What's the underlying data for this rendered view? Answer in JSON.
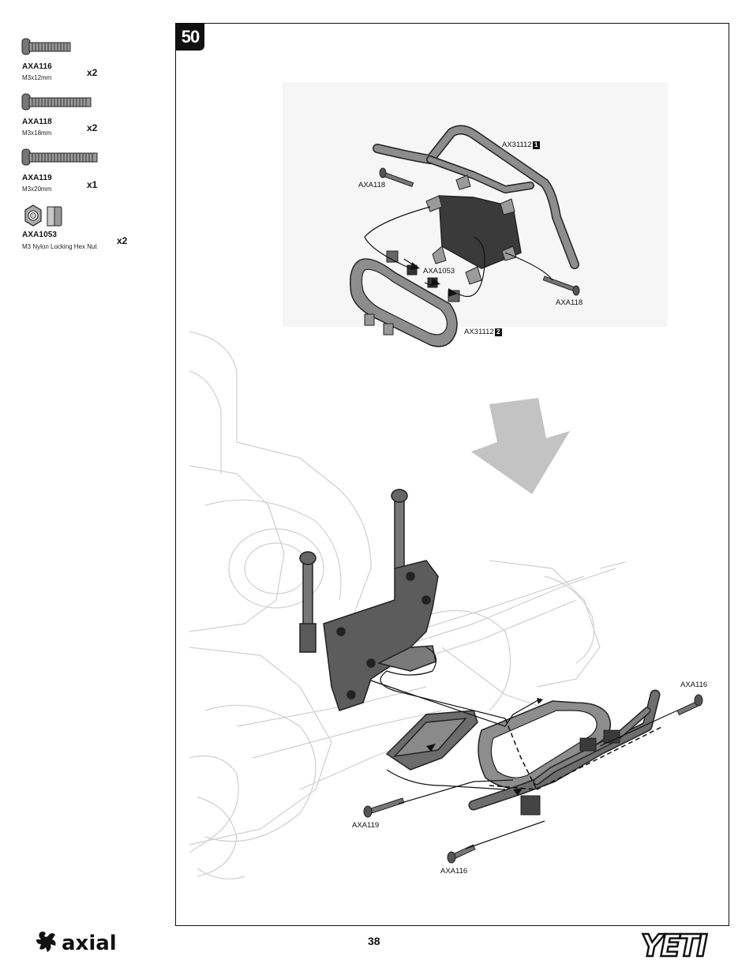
{
  "parts": [
    {
      "code": "AXA116",
      "desc": "M3x12mm",
      "qty": "x2",
      "icon": "screw-short-icon"
    },
    {
      "code": "AXA118",
      "desc": "M3x18mm",
      "qty": "x2",
      "icon": "screw-medium-icon"
    },
    {
      "code": "AXA119",
      "desc": "M3x20mm",
      "qty": "x1",
      "icon": "screw-long-icon"
    },
    {
      "code": "AXA1053",
      "desc": "M3 Nylon Locking Hex Nut",
      "qty": "x2",
      "icon": "hex-nut-icon"
    }
  ],
  "step": {
    "number": "50"
  },
  "callouts": {
    "bumper_top": {
      "text": "AX31112",
      "badge": "1"
    },
    "bumper_bottom": {
      "text": "AX31112",
      "badge": "2"
    },
    "screw_left_top": "AXA118",
    "screw_right_top": "AXA118",
    "nut": "AXA1053",
    "screw_right_bottom": "AXA116",
    "screw_mid_bottom": "AXA119",
    "screw_low_bottom": "AXA116"
  },
  "footer": {
    "page": "38",
    "brand": "axial",
    "model": "YETI"
  }
}
